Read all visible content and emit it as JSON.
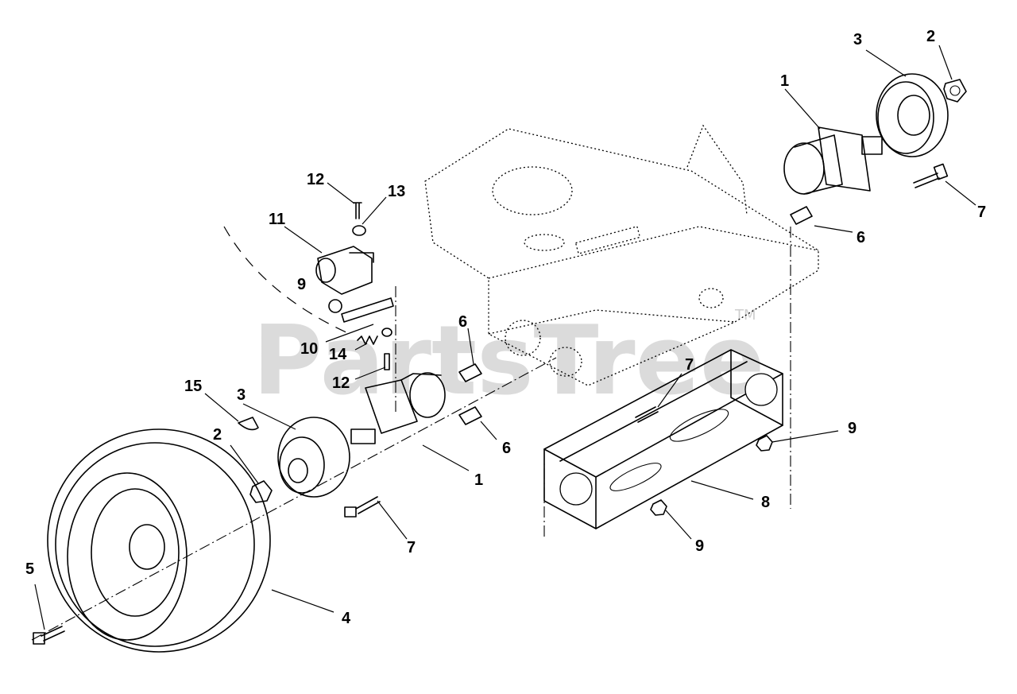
{
  "watermark": {
    "text": "PartsTree",
    "trademark": "TM"
  },
  "callouts": {
    "c1_top": "1",
    "c2_top": "2",
    "c3_top": "3",
    "c6_top": "6",
    "c7_top": "7",
    "c12_a": "12",
    "c13": "13",
    "c11": "11",
    "c9_left": "9",
    "c10": "10",
    "c14": "14",
    "c12_b": "12",
    "c6_mid": "6",
    "c15": "15",
    "c3_left": "3",
    "c2_left": "2",
    "c1_left": "1",
    "c6_low": "6",
    "c7_left": "7",
    "c7_mid": "7",
    "c9_right": "9",
    "c8": "8",
    "c9_low": "9",
    "c5": "5",
    "c4": "4"
  }
}
